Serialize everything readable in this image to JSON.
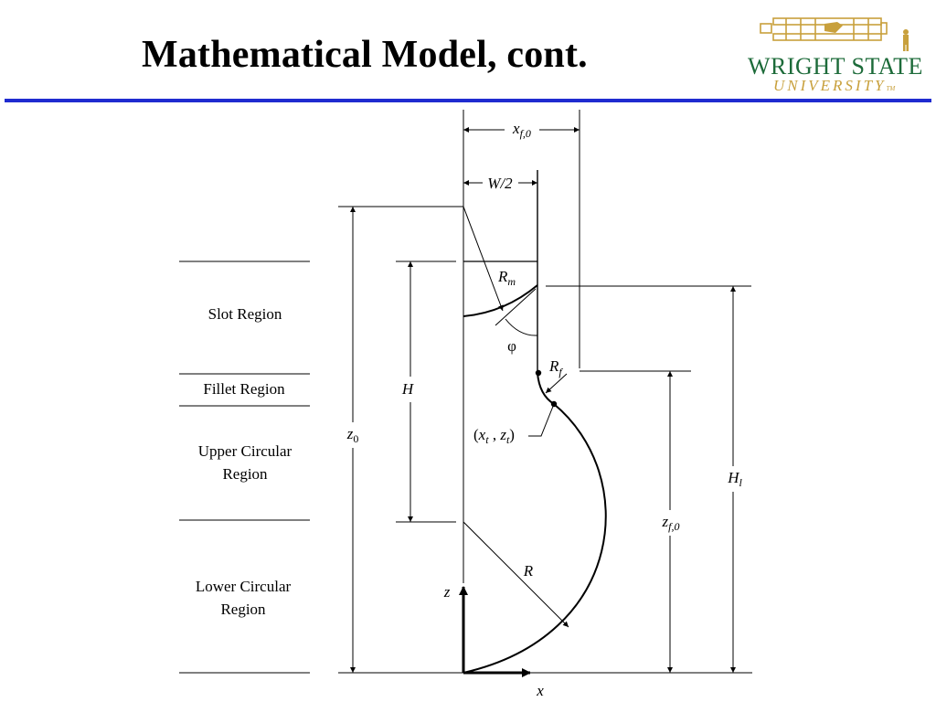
{
  "slide": {
    "title": "Mathematical Model, cont."
  },
  "logo": {
    "line1": "WRIGHT STATE",
    "line2": "UNIVERSITY",
    "trademark": "TM",
    "colors": {
      "green": "#1d6b3a",
      "gold": "#c8a03c"
    }
  },
  "accent_color": "#1f2bd0",
  "regions": {
    "slot": [
      "Slot Region"
    ],
    "fillet": [
      "Fillet Region"
    ],
    "upper": [
      "Upper Circular",
      "Region"
    ],
    "lower": [
      "Lower Circular",
      "Region"
    ]
  },
  "labels": {
    "xf0": {
      "base": "x",
      "sub": "f,0"
    },
    "w2": "W/2",
    "rm": {
      "base": "R",
      "sub": "m"
    },
    "phi": "φ",
    "rf": {
      "base": "R",
      "sub": "f"
    },
    "h": "H",
    "z0": {
      "base": "z",
      "sub": "0"
    },
    "tangent": {
      "open": "(",
      "x": "x",
      "xsub": "t",
      "sep": " , ",
      "z": "z",
      "zsub": "t",
      "close": ")"
    },
    "hl": {
      "base": "H",
      "sub": "l"
    },
    "zf0": {
      "base": "z",
      "sub": "f,0"
    },
    "r": "R",
    "axis_z": "z",
    "axis_x": "x"
  }
}
